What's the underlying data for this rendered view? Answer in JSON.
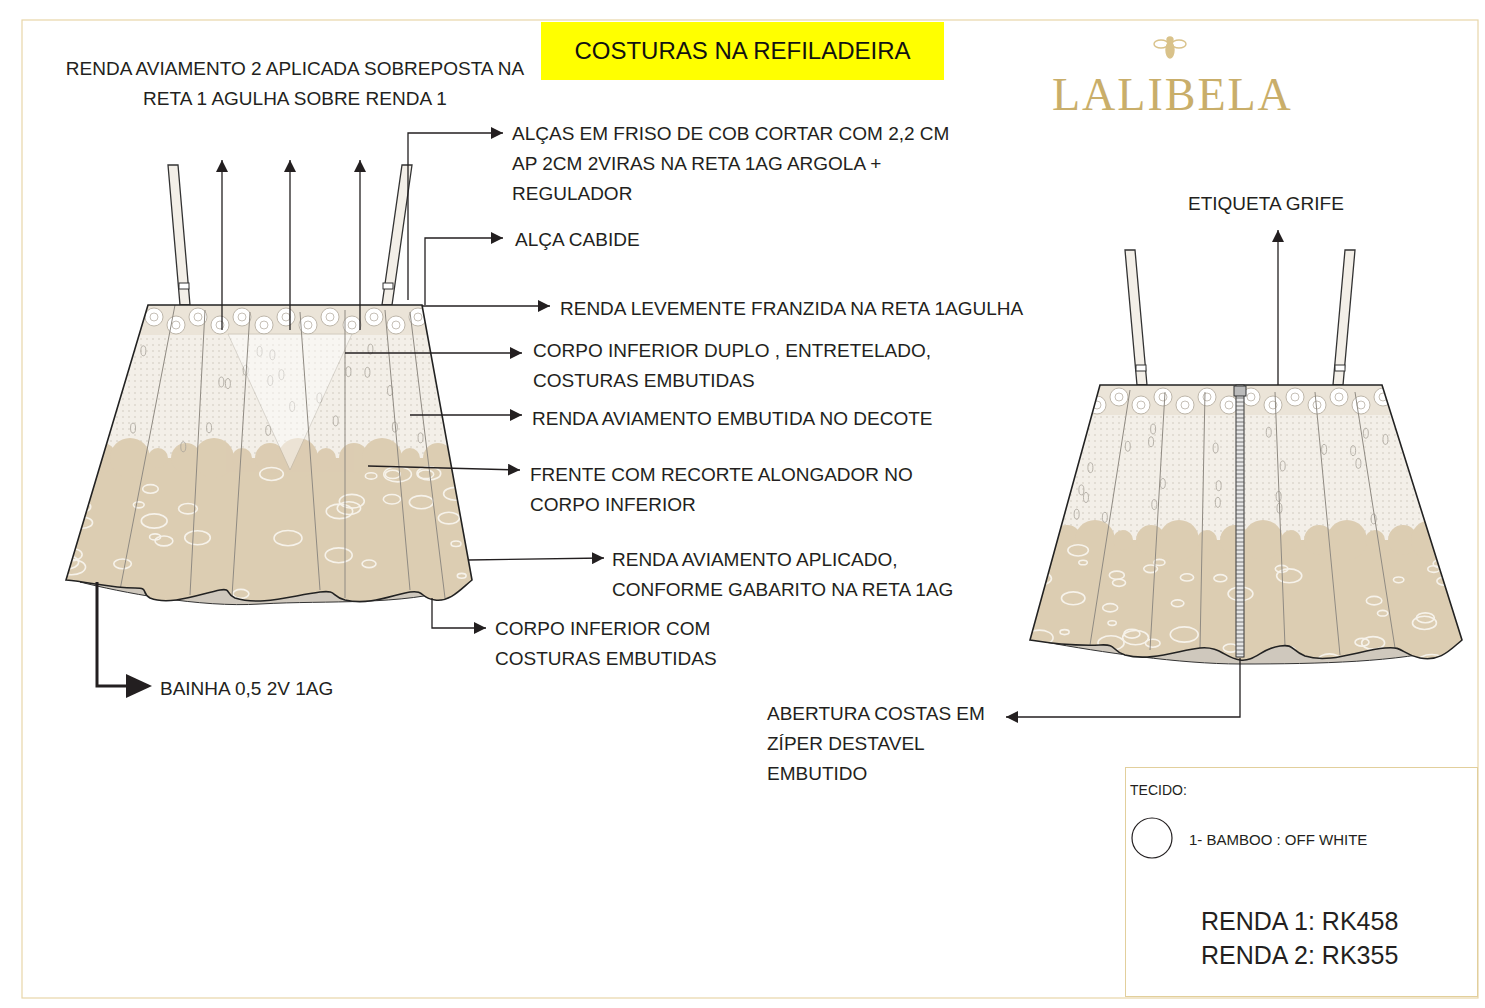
{
  "diagram": {
    "title": "COSTURAS NA REFILADEIRA",
    "nodes": [
      {
        "text": [
          "TECIDO:",
          "1- BAMBOO : OFF WHITE",
          "RENDA 1: RK458",
          "RENDA 2: RK355"
        ]
      }
    ],
    "labels": [
      "RENDA AVIAMENTO 2 APLICADA SOBREPOSTA NA RETA 1 AGULHA SOBRE RENDA 1",
      "LALIBELA",
      "ALÇAS EM FRISO DE COB CORTAR COM 2,2 CM AP 2CM 2VIRAS NA RETA 1AG ARGOLA + REGULADOR",
      "ETIQUETA GRIFE",
      "ALÇA CABIDE",
      "RENDA LEVEMENTE FRANZIDA NA RETA 1AGULHA",
      "CORPO INFERIOR DUPLO , ENTRETELADO, COSTURAS EMBUTIDAS",
      "RENDA AVIAMENTO EMBUTIDA NO DECOTE",
      "FRENTE COM RECORTE ALONGADOR NO CORPO INFERIOR",
      "RENDA AVIAMENTO APLICADO, CONFORME GABARITO NA RETA 1AG",
      "CORPO INFERIOR COM COSTURAS EMBUTIDAS",
      "BAINHA 0,5 2V 1AG",
      "ABERTURA COSTAS EM ZÍPER DESTAVEL EMBUTIDO"
    ]
  }
}
